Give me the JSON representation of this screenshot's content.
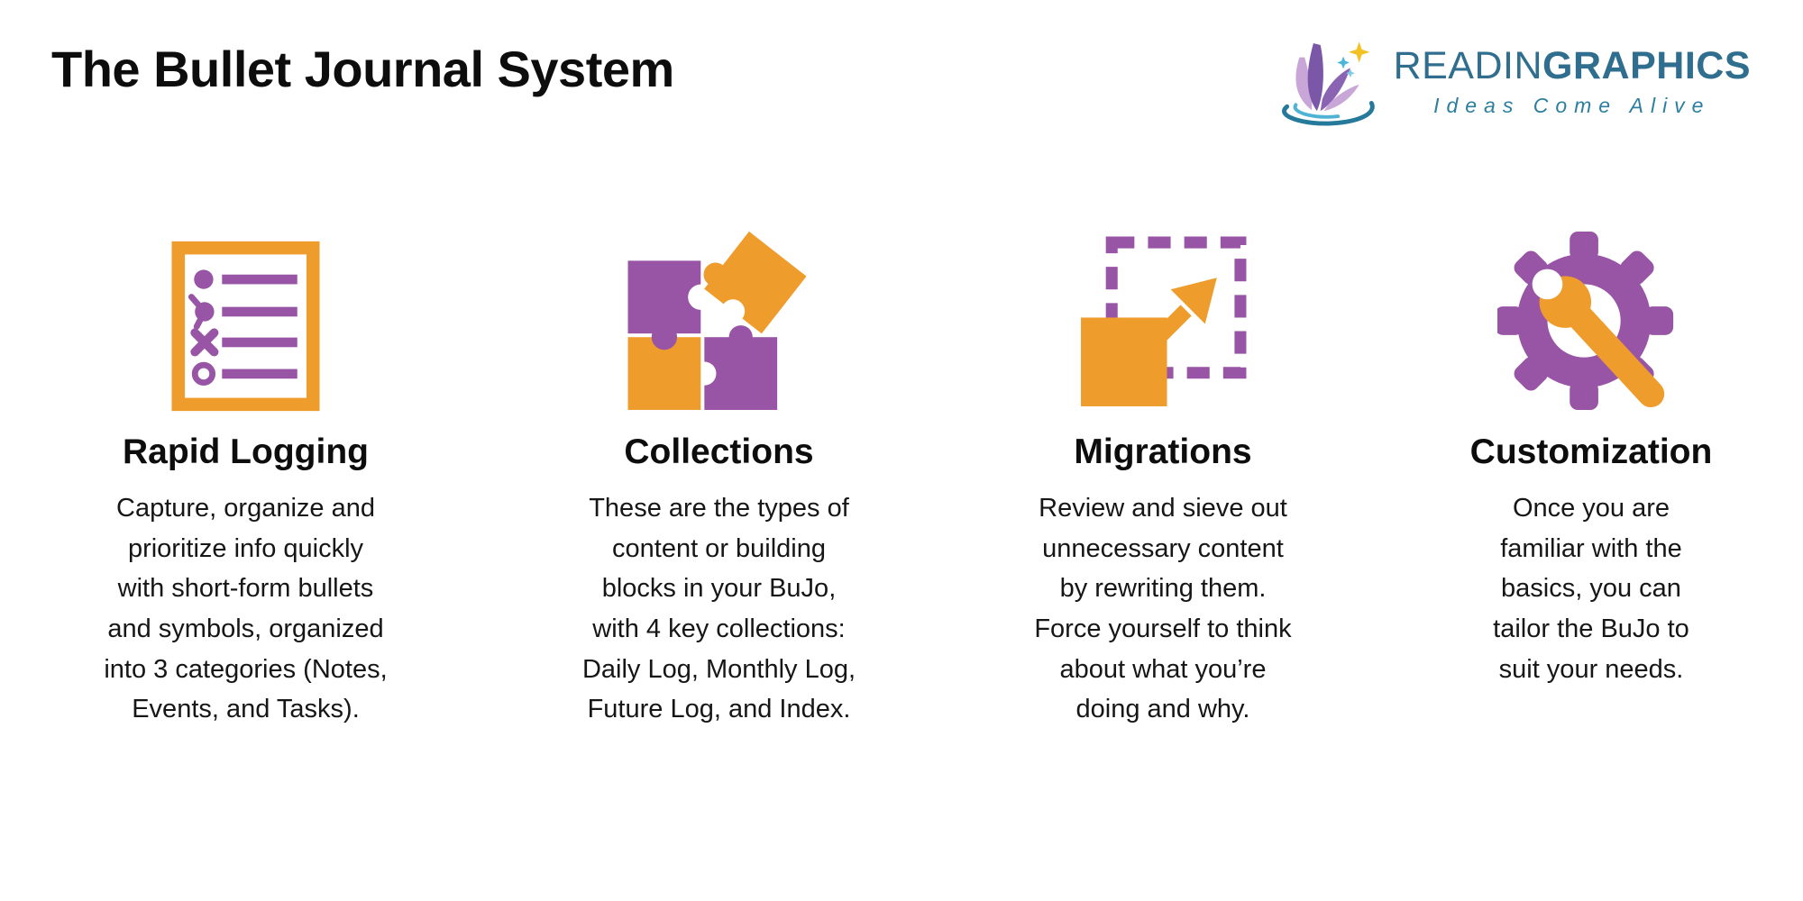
{
  "header": {
    "title": "The Bullet Journal System",
    "logo": {
      "brand_regular": "READIN",
      "brand_bold": "GRAPHICS",
      "tagline": "Ideas Come Alive",
      "brand_color": "#2F6E8E",
      "tagline_color": "#2C7F9E"
    }
  },
  "colors": {
    "orange": "#EE9D2D",
    "purple": "#9955A5",
    "text": "#161616"
  },
  "columns": [
    {
      "icon": "bullet-list-icon",
      "heading": "Rapid Logging",
      "body": "Capture, organize and\nprioritize info quickly\nwith short-form bullets\nand symbols, organized\ninto 3 categories (Notes,\nEvents, and Tasks)."
    },
    {
      "icon": "puzzle-pieces-icon",
      "heading": "Collections",
      "body": "These are the types of\ncontent or building\nblocks in your BuJo,\nwith 4 key collections:\nDaily Log, Monthly Log,\nFuture Log, and Index."
    },
    {
      "icon": "migrate-arrow-icon",
      "heading": "Migrations",
      "body": "Review and sieve out\nunnecessary content\nby rewriting them.\nForce yourself to think\nabout what you’re\ndoing and why."
    },
    {
      "icon": "gear-wrench-icon",
      "heading": "Customization",
      "body": "Once you are\nfamiliar with the\nbasics, you can\ntailor the BuJo to\nsuit your needs."
    }
  ]
}
